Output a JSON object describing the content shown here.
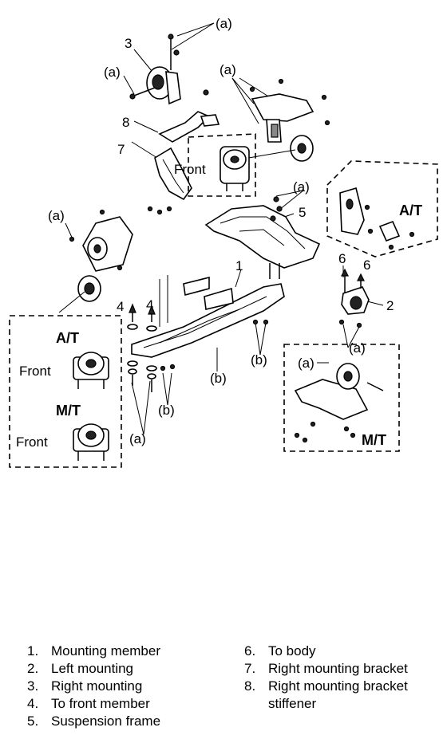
{
  "callouts": {
    "a": "(a)",
    "b": "(b)",
    "n1": "1",
    "n2": "2",
    "n3": "3",
    "n4": "4",
    "n5": "5",
    "n6": "6",
    "n7": "7",
    "n8": "8"
  },
  "insets": {
    "front": "Front",
    "at": "A/T",
    "mt": "M/T"
  },
  "legend": {
    "left": [
      {
        "num": "1.",
        "text": "Mounting member"
      },
      {
        "num": "2.",
        "text": "Left mounting"
      },
      {
        "num": "3.",
        "text": "Right mounting"
      },
      {
        "num": "4.",
        "text": "To front member"
      },
      {
        "num": "5.",
        "text": "Suspension frame"
      }
    ],
    "right": [
      {
        "num": "6.",
        "text": "To body"
      },
      {
        "num": "7.",
        "text": "Right mounting bracket"
      },
      {
        "num": "8.",
        "text": "Right mounting bracket stiffener"
      }
    ]
  }
}
